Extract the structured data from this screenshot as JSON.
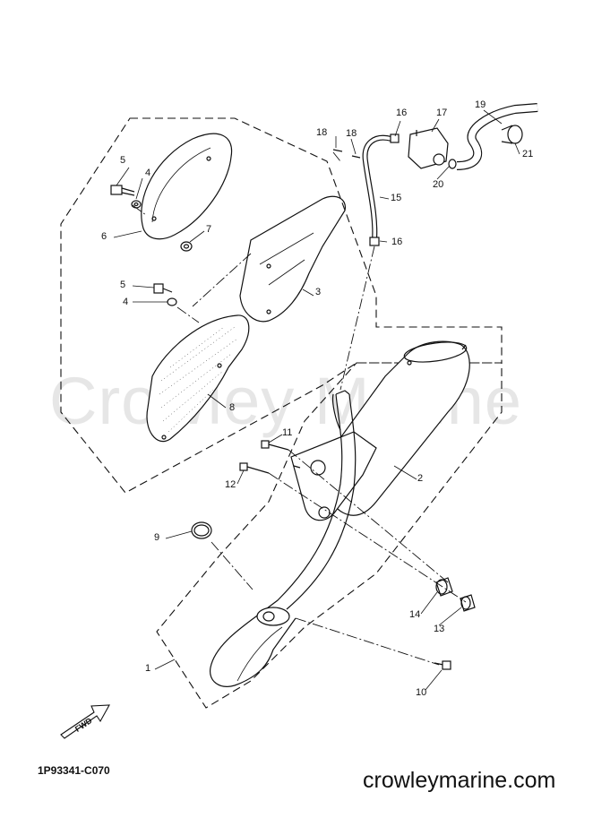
{
  "watermark": "Crowley Marine",
  "part_code": "1P93341-C070",
  "website": "crowleymarine.com",
  "fwd_label": "FWD",
  "callouts": {
    "c1": "1",
    "c2": "2",
    "c3": "3",
    "c4a": "4",
    "c4b": "4",
    "c5a": "5",
    "c5b": "5",
    "c6": "6",
    "c7": "7",
    "c8": "8",
    "c9": "9",
    "c10": "10",
    "c11": "11",
    "c12": "12",
    "c13": "13",
    "c14": "14",
    "c15": "15",
    "c16a": "16",
    "c16b": "16",
    "c17": "17",
    "c18a": "18",
    "c18b": "18",
    "c19": "19",
    "c20": "20",
    "c21": "21"
  }
}
